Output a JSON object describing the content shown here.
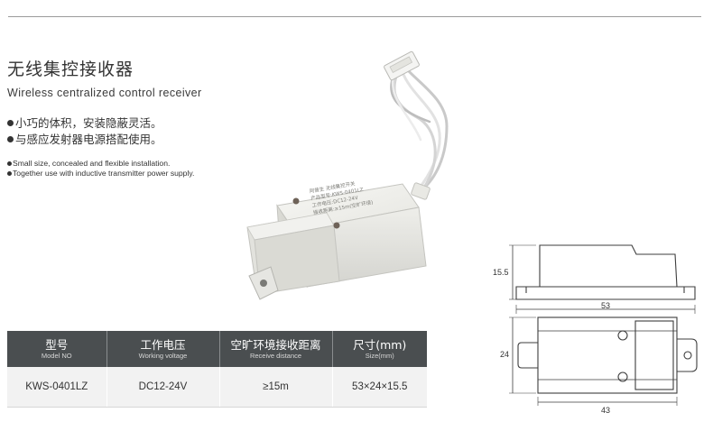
{
  "product": {
    "title_cn": "无线集控接收器",
    "title_en": "Wireless centralized control receiver",
    "features_cn": [
      "小巧的体积，安装隐蔽灵活。",
      "与感应发射器电源搭配使用。"
    ],
    "features_en": [
      "Small size, concealed and flexible installation.",
      "Together use with inductive transmitter power supply."
    ],
    "label_text": [
      "阿普生 无线集控开关",
      "产品型号:KWS-0401LZ",
      "工作电压:DC12-24V",
      "接收距离:≥15m(空旷环境)"
    ]
  },
  "spec_table": {
    "headers": [
      {
        "cn": "型号",
        "en": "Model NO"
      },
      {
        "cn": "工作电压",
        "en": "Working voltage"
      },
      {
        "cn": "空旷环境接收距离",
        "en": "Receive distance"
      },
      {
        "cn": "尺寸(mm)",
        "en": "Size(mm)"
      }
    ],
    "row": [
      "KWS-0401LZ",
      "DC12-24V",
      "≥15m",
      "53×24×15.5"
    ]
  },
  "dimensions": {
    "height": "15.5",
    "length": "53",
    "width": "24",
    "body_length": "43"
  },
  "colors": {
    "header_bg": "#4a4e50",
    "row_bg": "#f2f2f2",
    "text": "#333333"
  }
}
